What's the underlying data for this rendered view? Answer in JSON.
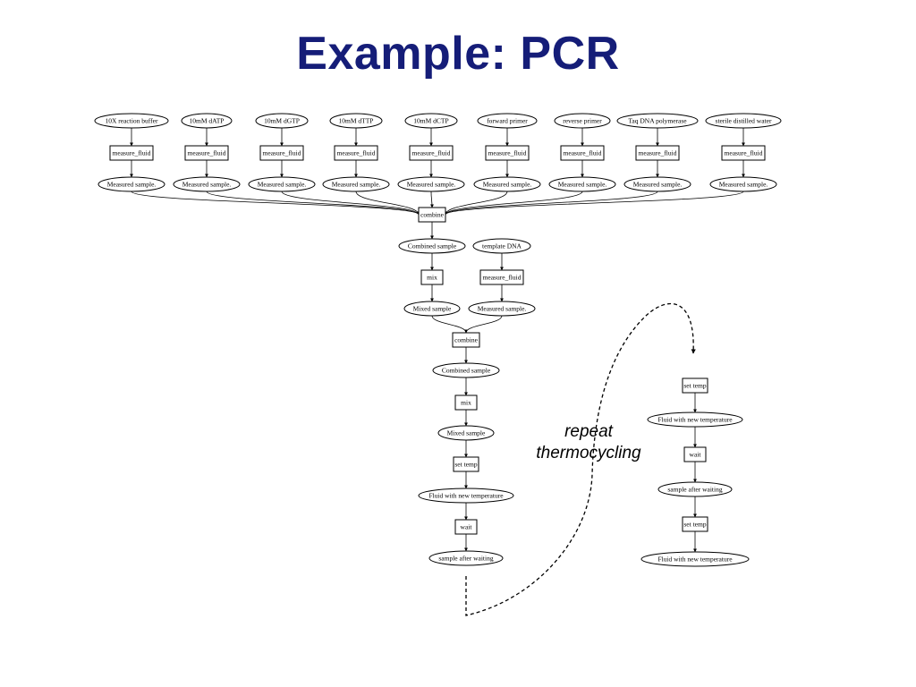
{
  "title": "Example:  PCR",
  "annotation": {
    "line1": "repeat",
    "line2": "thermocycling"
  },
  "diagram": {
    "reagents": [
      "10X reaction buffer",
      "10mM dATP",
      "10mM dGTP",
      "10mM dTTP",
      "10mM dCTP",
      "forward primer",
      "reverse primer",
      "Taq DNA polymerase",
      "sterile distilled water"
    ],
    "labels": {
      "measure_fluid": "measure_fluid",
      "measured_sample": "Measured sample.",
      "combine": "combine",
      "combined_sample": "Combined sample",
      "template_dna": "template DNA",
      "mix": "mix",
      "mixed_sample": "Mixed sample",
      "mixed_sample_lower": "Mixed sample",
      "set_temp": "set temp",
      "fluid_new_temp": "Fluid with new temperature",
      "wait": "wait",
      "sample_after_waiting": "sample after waiting"
    }
  }
}
